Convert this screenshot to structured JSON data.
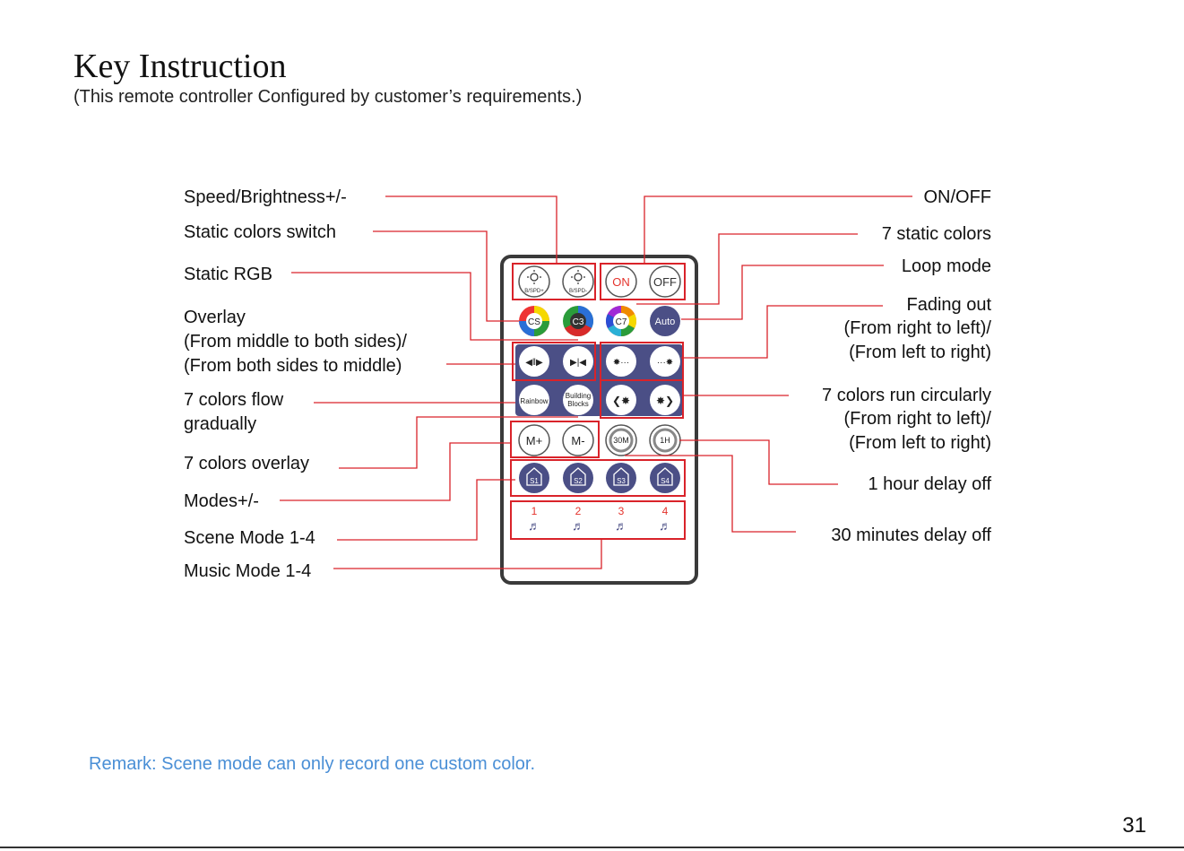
{
  "page": {
    "title": "Key Instruction",
    "subtitle": "(This remote controller Configured by customer’s requirements.)",
    "remark": "Remark: Scene mode can only record one custom color.",
    "page_number": "31"
  },
  "left_labels": {
    "speed_brightness": "Speed/Brightness+/-",
    "static_colors_switch": "Static colors switch",
    "static_rgb": "Static RGB",
    "overlay_1": "Overlay",
    "overlay_2": "(From middle to both sides)/",
    "overlay_3": "(From both sides to middle)",
    "flow_1": "7 colors flow",
    "flow_2": "gradually",
    "colors_overlay": "7 colors overlay",
    "modes": "Modes+/-",
    "scene_mode": "Scene Mode 1-4",
    "music_mode": "Music Mode 1-4"
  },
  "right_labels": {
    "on_off": "ON/OFF",
    "static_colors": "7 static colors",
    "loop_mode": "Loop mode",
    "fading_1": "Fading out",
    "fading_2": "(From right to left)/",
    "fading_3": "(From left to right)",
    "run_1": "7 colors run circularly",
    "run_2": "(From right to left)/",
    "run_3": "(From left to right)",
    "hour_delay": "1 hour delay off",
    "min_delay": "30 minutes delay off"
  },
  "remote": {
    "bspd_plus": "B/SPD+",
    "bspd_minus": "B/SPD-",
    "on": "ON",
    "off": "OFF",
    "cs": "CS",
    "c3": "C3",
    "c7": "C7",
    "auto": "Auto",
    "rainbow": "Rainbow",
    "building_1": "Building",
    "building_2": "Blocks",
    "m_plus": "M+",
    "m_minus": "M-",
    "t30": "30M",
    "t1h": "1H",
    "s1": "S1",
    "s2": "S2",
    "s3": "S3",
    "s4": "S4",
    "mus1": "1",
    "mus2": "2",
    "mus3": "3",
    "mus4": "4"
  },
  "colors": {
    "callout_line": "#d9232a",
    "button_dark": "#4b4f86",
    "accent_red": "#e4332c",
    "remark_blue": "#4a8fd6"
  }
}
